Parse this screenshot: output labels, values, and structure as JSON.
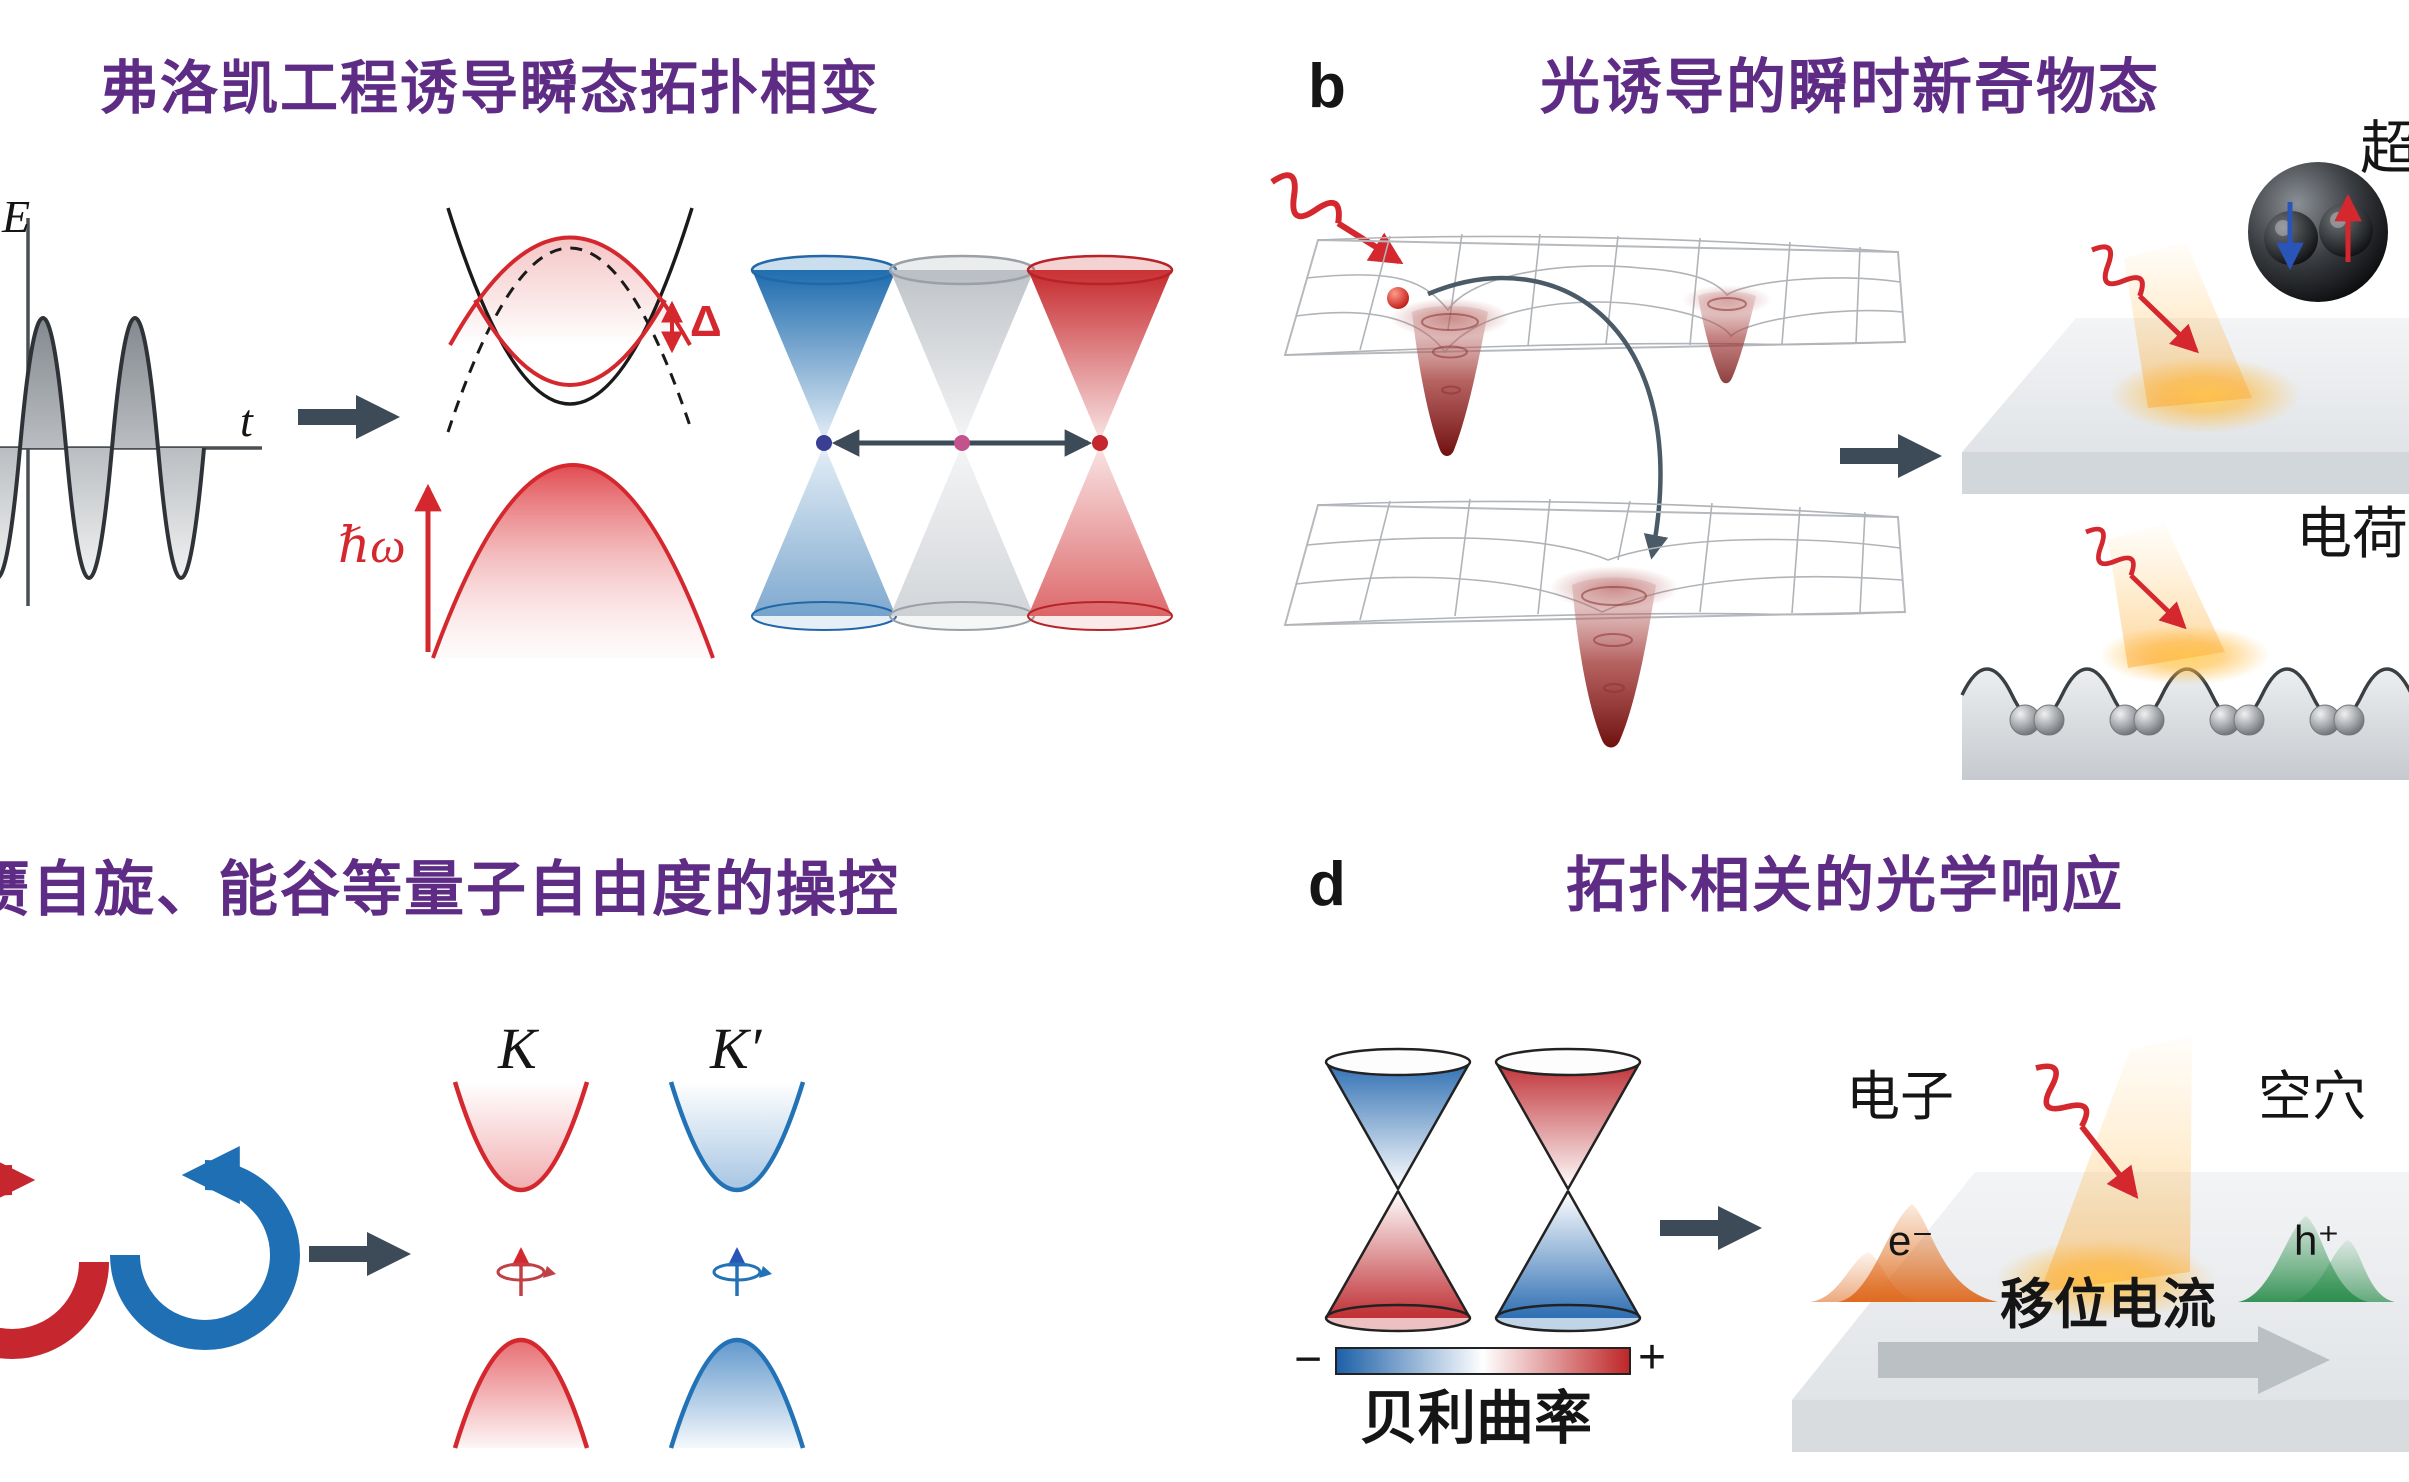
{
  "colors": {
    "title_purple": "#5e2b85",
    "accent_red": "#d4282e",
    "accent_blue": "#2272b5"
  },
  "panels": {
    "a": {
      "title": "弗洛凯工程诱导瞬态拓扑相变",
      "energy_axis": "E",
      "time_axis": "t",
      "gap": "Δ",
      "photon": "ℏω"
    },
    "b": {
      "label": "b",
      "title": "光诱导的瞬时新奇物态",
      "superconductor": "超",
      "charge": "电荷"
    },
    "c": {
      "title": "赝自旋、能谷等量子自由度的操控",
      "valley_k": "K",
      "valley_k_prime": "K′"
    },
    "d": {
      "label": "d",
      "title": "拓扑相关的光学响应",
      "colorbar_minus": "−",
      "colorbar_plus": "+",
      "berry_curvature": "贝利曲率",
      "electron": "电子",
      "hole": "空穴",
      "electron_symbol": "e⁻",
      "hole_symbol": "h⁺",
      "shift_current": "移位电流"
    }
  }
}
